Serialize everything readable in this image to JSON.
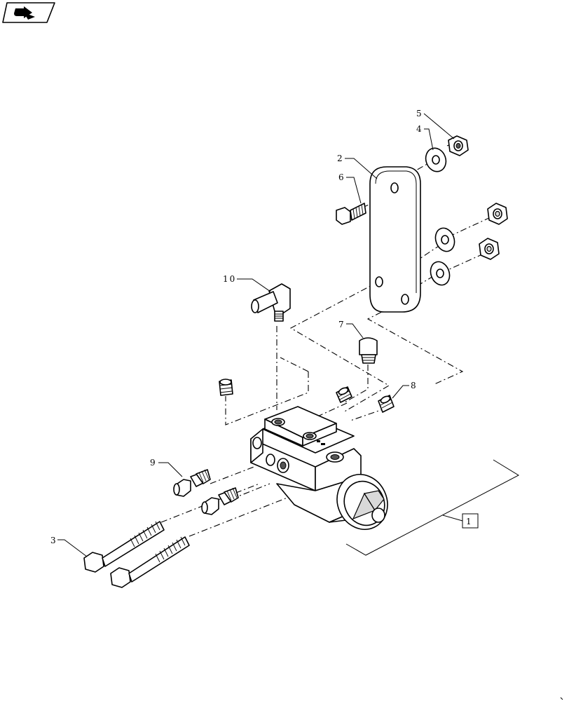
{
  "callouts": {
    "c1": "1",
    "c2": "2",
    "c3": "3",
    "c4": "4",
    "c5": "5",
    "c6": "6",
    "c7": "7",
    "c8": "8",
    "c9": "9",
    "c10": "10"
  },
  "icons": {
    "corner": "view-tab-icon"
  }
}
